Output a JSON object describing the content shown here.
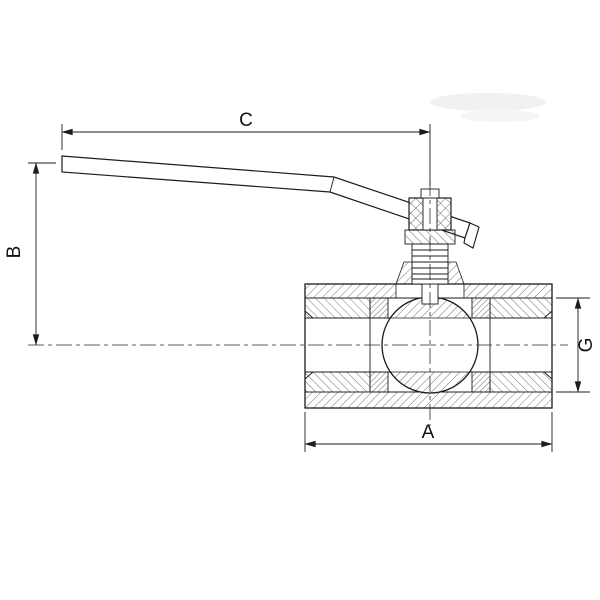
{
  "page": {
    "background": "#ffffff"
  },
  "drawing": {
    "kind": "ball-valve-cross-section-with-lever-handle",
    "stroke_color": "#1c1c1c",
    "labels": {
      "a": "A",
      "b": "B",
      "c": "C",
      "g": "G"
    }
  }
}
